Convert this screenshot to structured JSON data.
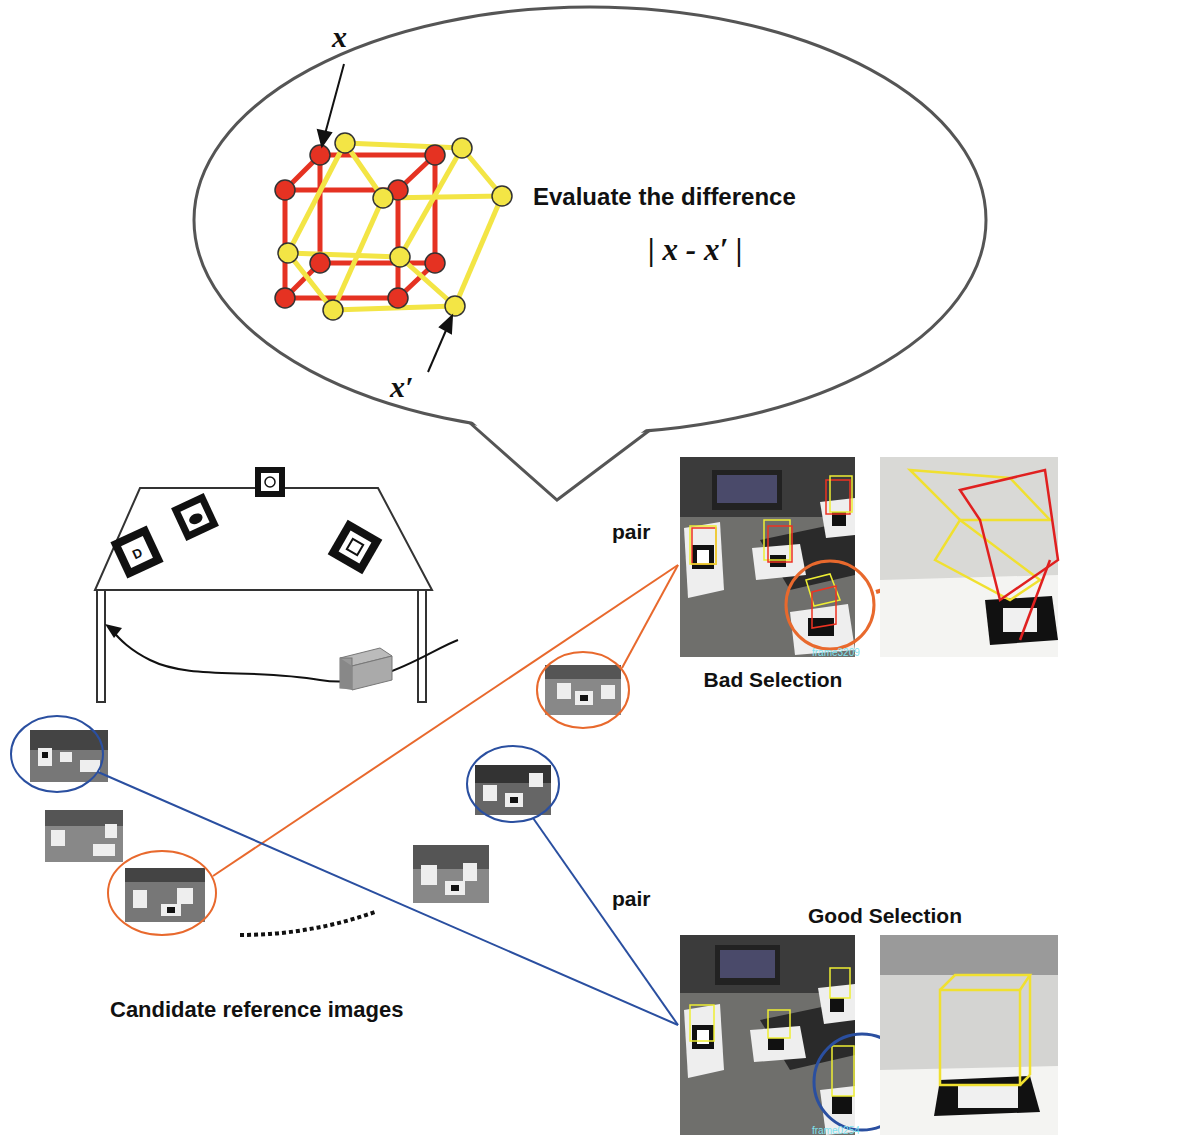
{
  "diagram": {
    "nodes": [
      {
        "text": [
          "Evaluate the difference",
          "| x - x′ |"
        ]
      },
      {
        "text": [
          "Bad Selection"
        ]
      },
      {
        "text": [
          "Good Selection"
        ]
      }
    ],
    "labels": [
      "x",
      "x′",
      "pair",
      "pair",
      "Candidate reference images",
      "frame3209",
      "frame0254"
    ]
  }
}
